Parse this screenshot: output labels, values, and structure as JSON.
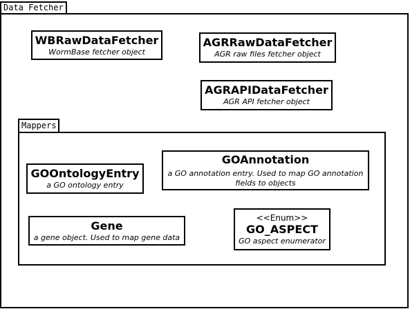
{
  "packages": {
    "outer_label": "Data Fetcher",
    "inner_label": "Mappers"
  },
  "classes": {
    "wb_raw": {
      "name": "WBRawDataFetcher",
      "description": "WormBase fetcher object"
    },
    "agr_raw": {
      "name": "AGRRawDataFetcher",
      "description": "AGR raw files fetcher object"
    },
    "agr_api": {
      "name": "AGRAPIDataFetcher",
      "description": "AGR API fetcher object"
    },
    "go_annotation": {
      "name": "GOAnnotation",
      "description": "a GO annotation entry. Used to map GO annotation fields to objects"
    },
    "go_ontology_entry": {
      "name": "GOOntologyEntry",
      "description": "a GO ontology entry"
    },
    "gene": {
      "name": "Gene",
      "description": "a gene object. Used to map gene data"
    },
    "go_aspect": {
      "stereotype": "<<Enum>>",
      "name": "GO_ASPECT",
      "description": "GO aspect enumerator"
    }
  }
}
